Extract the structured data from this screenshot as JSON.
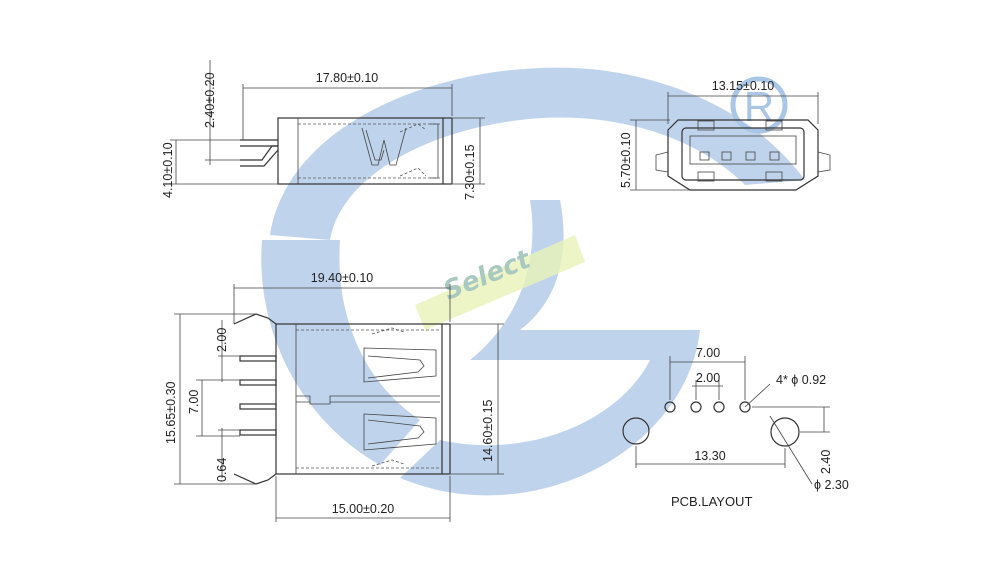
{
  "watermark": {
    "brand": "Select",
    "registered_mark": "R",
    "colors": {
      "swoosh": "#a9c6e6",
      "band": "#e8f2b8",
      "brand_text": "#a8c8c0"
    }
  },
  "side_view": {
    "length": "17.80±0.10",
    "pin_offset": "2.40±0.20",
    "pin_height": "4.10±0.10",
    "body_height": "7.30±0.15"
  },
  "front_view": {
    "width": "13.15±0.10",
    "height": "5.70±0.10"
  },
  "top_view": {
    "length": "19.40±0.10",
    "width": "15.65±0.30",
    "pitch_small": "2.00",
    "pitch_large": "7.00",
    "pin_width": "0.64",
    "body_width": "14.60±0.15",
    "base_length": "15.00±0.20"
  },
  "pcb_layout": {
    "title": "PCB.LAYOUT",
    "spacing_outer": "7.00",
    "spacing_inner": "2.00",
    "hole_small": "4* ϕ 0.92",
    "hole_spacing": "13.30",
    "offset": "2.40",
    "hole_large": "ϕ 2.30"
  }
}
